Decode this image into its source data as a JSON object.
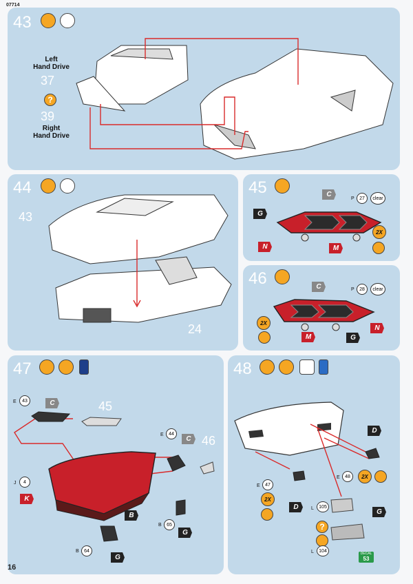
{
  "header": {
    "code": "07714",
    "page_number": "16"
  },
  "steps": {
    "s43": {
      "num": "43",
      "ghost_left": "37",
      "ghost_right": "39",
      "left_label": "Left\nHand Drive",
      "right_label": "Right\nHand Drive",
      "q": "?"
    },
    "s44": {
      "num": "44",
      "ghost_a": "43",
      "ghost_b": "24"
    },
    "s45": {
      "num": "45",
      "parts": {
        "p": "P",
        "p_num": "27",
        "clear": "clear",
        "c": "C",
        "g": "G",
        "n": "N",
        "m": "M",
        "mult": "2X"
      }
    },
    "s46": {
      "num": "46",
      "parts": {
        "p": "P",
        "p_num": "28",
        "clear": "clear",
        "c": "C",
        "n": "N",
        "m": "M",
        "g": "G",
        "mult": "2X"
      }
    },
    "s47": {
      "num": "47",
      "ghost_a": "45",
      "ghost_b": "46",
      "parts": {
        "e": "E",
        "e_num": "43",
        "c1": "C",
        "e2": "E",
        "e2_num": "44",
        "c2": "C",
        "j": "J",
        "j_num": "4",
        "k": "K",
        "b": "B",
        "b1": "B",
        "b1_num": "65",
        "g1": "G",
        "b2": "B",
        "b2_num": "64",
        "g2": "G"
      }
    },
    "s48": {
      "num": "48",
      "parts": {
        "d1": "D",
        "e1": "E",
        "e1_num": "48",
        "mult1": "2X",
        "e2": "E",
        "e2_num": "47",
        "mult2": "2X",
        "d2": "D",
        "l1": "L",
        "l1_num": "105",
        "g": "G",
        "q": "?",
        "l2": "L",
        "l2_num": "104",
        "decal_label": "DECAL",
        "decal_num": "53"
      }
    }
  },
  "colors": {
    "panel": "#c2d9ea",
    "accent": "#f5a623",
    "red": "#c8202a",
    "dark": "#222222"
  }
}
